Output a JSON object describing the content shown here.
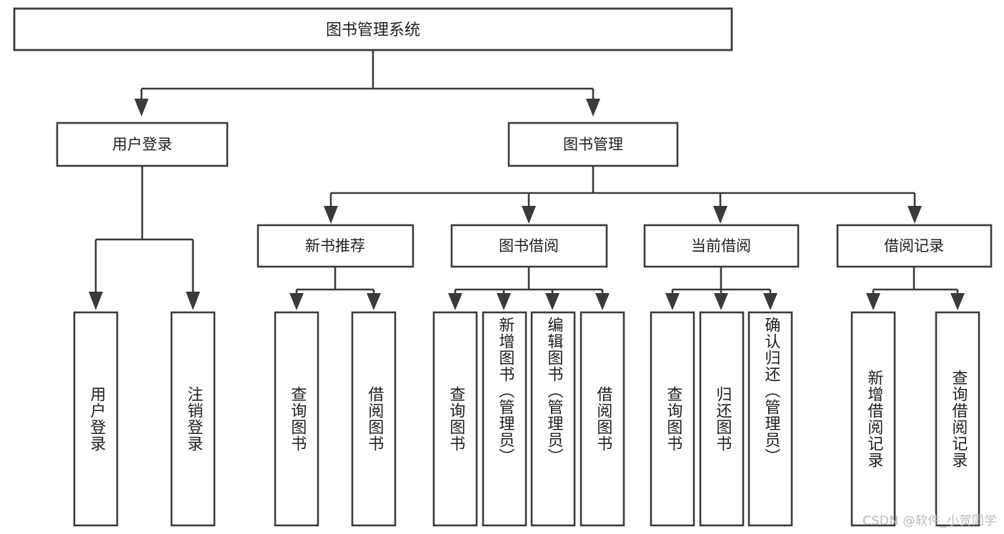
{
  "diagram": {
    "type": "tree-hierarchy",
    "title": "图书管理系统",
    "watermark": "CSDN @软件_小贺同学",
    "colors": {
      "box_stroke": "#3a3a3a",
      "box_fill": "#ffffff",
      "text": "#1f1f1f",
      "background": "#ffffff",
      "watermark": "#b9b9b9"
    },
    "levels": {
      "root": {
        "label": "图书管理系统"
      },
      "level2": [
        {
          "id": "user-login",
          "label": "用户登录"
        },
        {
          "id": "book-management",
          "label": "图书管理"
        }
      ],
      "level3": [
        {
          "id": "new-book-recommend",
          "label": "新书推荐",
          "parent": "book-management"
        },
        {
          "id": "book-borrow",
          "label": "图书借阅",
          "parent": "book-management"
        },
        {
          "id": "current-borrow",
          "label": "当前借阅",
          "parent": "book-management"
        },
        {
          "id": "borrow-record",
          "label": "借阅记录",
          "parent": "book-management"
        }
      ],
      "leaves": [
        {
          "id": "leaf-user-login",
          "label": "用户登录",
          "parent": "user-login"
        },
        {
          "id": "leaf-user-logout",
          "label": "注销登录",
          "parent": "user-login"
        },
        {
          "id": "leaf-query-book-1",
          "label": "查询图书",
          "parent": "new-book-recommend"
        },
        {
          "id": "leaf-borrow-book-1",
          "label": "借阅图书",
          "parent": "new-book-recommend"
        },
        {
          "id": "leaf-query-book-2",
          "label": "查询图书",
          "parent": "book-borrow"
        },
        {
          "id": "leaf-add-book",
          "label": "新增图书（管理员）",
          "parent": "book-borrow"
        },
        {
          "id": "leaf-edit-book",
          "label": "编辑图书（管理员）",
          "parent": "book-borrow"
        },
        {
          "id": "leaf-borrow-book-2",
          "label": "借阅图书",
          "parent": "book-borrow"
        },
        {
          "id": "leaf-query-book-3",
          "label": "查询图书",
          "parent": "current-borrow"
        },
        {
          "id": "leaf-return-book",
          "label": "归还图书",
          "parent": "current-borrow"
        },
        {
          "id": "leaf-confirm-return",
          "label": "确认归还（管理员）",
          "parent": "current-borrow"
        },
        {
          "id": "leaf-add-record",
          "label": "新增借阅记录",
          "parent": "borrow-record"
        },
        {
          "id": "leaf-query-record",
          "label": "查询借阅记录",
          "parent": "borrow-record"
        }
      ]
    }
  }
}
